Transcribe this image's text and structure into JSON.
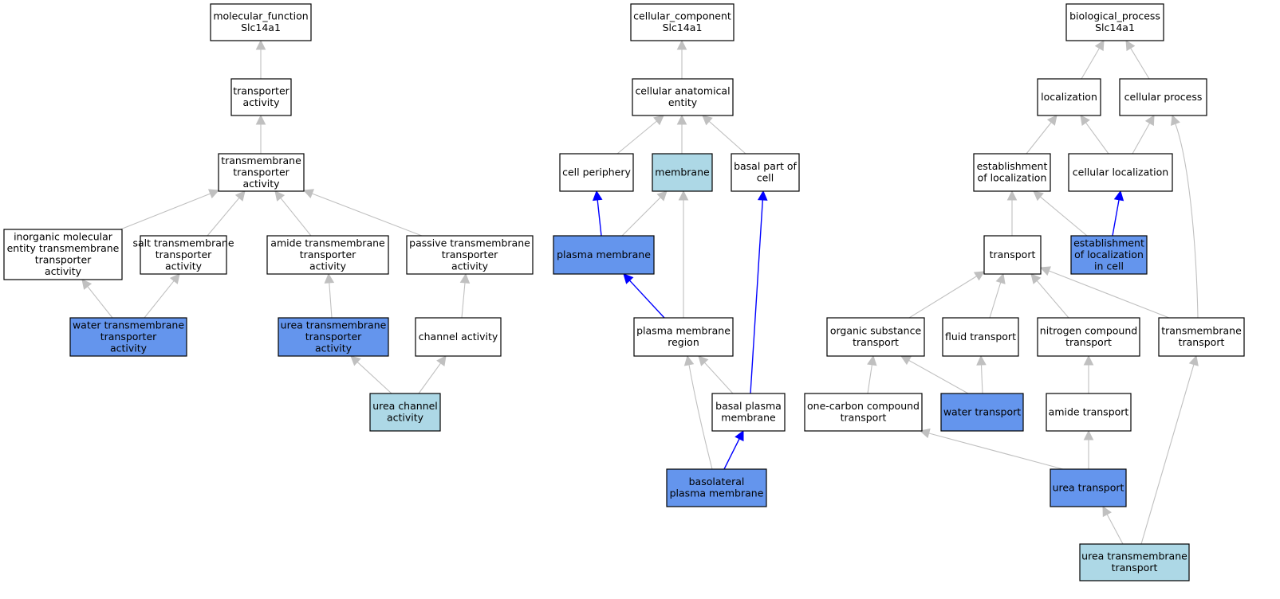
{
  "colors": {
    "node_default": "#ffffff",
    "node_highlight": "#6495ed",
    "node_light": "#add8e6",
    "edge_default": "#c0c0c0",
    "edge_highlight": "#0000ff",
    "border": "#000000"
  },
  "nodes": [
    {
      "id": "mf_root",
      "lines": [
        "molecular_function",
        "Slc14a1"
      ],
      "fill": "default"
    },
    {
      "id": "transporter_activity",
      "lines": [
        "transporter",
        "activity"
      ],
      "fill": "default"
    },
    {
      "id": "tm_transporter_activity",
      "lines": [
        "transmembrane",
        "transporter",
        "activity"
      ],
      "fill": "default"
    },
    {
      "id": "inorganic_tm_activity",
      "lines": [
        "inorganic molecular",
        "entity transmembrane",
        "transporter",
        "activity"
      ],
      "fill": "default"
    },
    {
      "id": "salt_tm_activity",
      "lines": [
        "salt transmembrane",
        "transporter",
        "activity"
      ],
      "fill": "default"
    },
    {
      "id": "amide_tm_activity",
      "lines": [
        "amide transmembrane",
        "transporter",
        "activity"
      ],
      "fill": "default"
    },
    {
      "id": "passive_tm_activity",
      "lines": [
        "passive transmembrane",
        "transporter",
        "activity"
      ],
      "fill": "default"
    },
    {
      "id": "water_tm_activity",
      "lines": [
        "water transmembrane",
        "transporter",
        "activity"
      ],
      "fill": "highlight"
    },
    {
      "id": "urea_tm_activity",
      "lines": [
        "urea transmembrane",
        "transporter",
        "activity"
      ],
      "fill": "highlight"
    },
    {
      "id": "channel_activity",
      "lines": [
        "channel activity"
      ],
      "fill": "default"
    },
    {
      "id": "urea_channel_activity",
      "lines": [
        "urea channel",
        "activity"
      ],
      "fill": "light"
    },
    {
      "id": "cc_root",
      "lines": [
        "cellular_component",
        "Slc14a1"
      ],
      "fill": "default"
    },
    {
      "id": "cellular_anatomical_entity",
      "lines": [
        "cellular anatomical",
        "entity"
      ],
      "fill": "default"
    },
    {
      "id": "cell_periphery",
      "lines": [
        "cell periphery"
      ],
      "fill": "default"
    },
    {
      "id": "membrane",
      "lines": [
        "membrane"
      ],
      "fill": "light"
    },
    {
      "id": "basal_part_of_cell",
      "lines": [
        "basal part of",
        "cell"
      ],
      "fill": "default"
    },
    {
      "id": "plasma_membrane",
      "lines": [
        "plasma membrane"
      ],
      "fill": "highlight"
    },
    {
      "id": "plasma_membrane_region",
      "lines": [
        "plasma membrane",
        "region"
      ],
      "fill": "default"
    },
    {
      "id": "basal_plasma_membrane",
      "lines": [
        "basal plasma",
        "membrane"
      ],
      "fill": "default"
    },
    {
      "id": "basolateral_plasma_membrane",
      "lines": [
        "basolateral",
        "plasma membrane"
      ],
      "fill": "highlight"
    },
    {
      "id": "bp_root",
      "lines": [
        "biological_process",
        "Slc14a1"
      ],
      "fill": "default"
    },
    {
      "id": "localization",
      "lines": [
        "localization"
      ],
      "fill": "default"
    },
    {
      "id": "cellular_process",
      "lines": [
        "cellular process"
      ],
      "fill": "default"
    },
    {
      "id": "establishment_of_localization",
      "lines": [
        "establishment",
        "of localization"
      ],
      "fill": "default"
    },
    {
      "id": "cellular_localization",
      "lines": [
        "cellular localization"
      ],
      "fill": "default"
    },
    {
      "id": "transport",
      "lines": [
        "transport"
      ],
      "fill": "default"
    },
    {
      "id": "establishment_localization_in_cell",
      "lines": [
        "establishment",
        "of localization",
        "in cell"
      ],
      "fill": "highlight"
    },
    {
      "id": "organic_substance_transport",
      "lines": [
        "organic substance",
        "transport"
      ],
      "fill": "default"
    },
    {
      "id": "fluid_transport",
      "lines": [
        "fluid transport"
      ],
      "fill": "default"
    },
    {
      "id": "nitrogen_compound_transport",
      "lines": [
        "nitrogen compound",
        "transport"
      ],
      "fill": "default"
    },
    {
      "id": "transmembrane_transport",
      "lines": [
        "transmembrane",
        "transport"
      ],
      "fill": "default"
    },
    {
      "id": "one_carbon_compound_transport",
      "lines": [
        "one-carbon compound",
        "transport"
      ],
      "fill": "default"
    },
    {
      "id": "water_transport",
      "lines": [
        "water transport"
      ],
      "fill": "highlight"
    },
    {
      "id": "amide_transport",
      "lines": [
        "amide transport"
      ],
      "fill": "default"
    },
    {
      "id": "urea_transport",
      "lines": [
        "urea transport"
      ],
      "fill": "highlight"
    },
    {
      "id": "urea_transmembrane_transport",
      "lines": [
        "urea transmembrane",
        "transport"
      ],
      "fill": "light"
    }
  ],
  "edges": [
    {
      "from": "transporter_activity",
      "to": "mf_root",
      "style": "default"
    },
    {
      "from": "tm_transporter_activity",
      "to": "transporter_activity",
      "style": "default"
    },
    {
      "from": "inorganic_tm_activity",
      "to": "tm_transporter_activity",
      "style": "default"
    },
    {
      "from": "salt_tm_activity",
      "to": "tm_transporter_activity",
      "style": "default"
    },
    {
      "from": "amide_tm_activity",
      "to": "tm_transporter_activity",
      "style": "default"
    },
    {
      "from": "passive_tm_activity",
      "to": "tm_transporter_activity",
      "style": "default"
    },
    {
      "from": "water_tm_activity",
      "to": "inorganic_tm_activity",
      "style": "default"
    },
    {
      "from": "water_tm_activity",
      "to": "salt_tm_activity",
      "style": "default"
    },
    {
      "from": "urea_tm_activity",
      "to": "amide_tm_activity",
      "style": "default"
    },
    {
      "from": "channel_activity",
      "to": "passive_tm_activity",
      "style": "default"
    },
    {
      "from": "urea_channel_activity",
      "to": "urea_tm_activity",
      "style": "default"
    },
    {
      "from": "urea_channel_activity",
      "to": "channel_activity",
      "style": "default"
    },
    {
      "from": "cellular_anatomical_entity",
      "to": "cc_root",
      "style": "default"
    },
    {
      "from": "cell_periphery",
      "to": "cellular_anatomical_entity",
      "style": "default"
    },
    {
      "from": "membrane",
      "to": "cellular_anatomical_entity",
      "style": "default"
    },
    {
      "from": "basal_part_of_cell",
      "to": "cellular_anatomical_entity",
      "style": "default"
    },
    {
      "from": "plasma_membrane",
      "to": "cell_periphery",
      "style": "highlight"
    },
    {
      "from": "plasma_membrane",
      "to": "membrane",
      "style": "default"
    },
    {
      "from": "plasma_membrane_region",
      "to": "membrane",
      "style": "default"
    },
    {
      "from": "plasma_membrane_region",
      "to": "plasma_membrane",
      "style": "highlight"
    },
    {
      "from": "basal_plasma_membrane",
      "to": "plasma_membrane_region",
      "style": "default"
    },
    {
      "from": "basal_plasma_membrane",
      "to": "basal_part_of_cell",
      "style": "highlight"
    },
    {
      "from": "basolateral_plasma_membrane",
      "to": "plasma_membrane_region",
      "style": "default"
    },
    {
      "from": "basolateral_plasma_membrane",
      "to": "basal_plasma_membrane",
      "style": "highlight"
    },
    {
      "from": "localization",
      "to": "bp_root",
      "style": "default"
    },
    {
      "from": "cellular_process",
      "to": "bp_root",
      "style": "default"
    },
    {
      "from": "establishment_of_localization",
      "to": "localization",
      "style": "default"
    },
    {
      "from": "cellular_localization",
      "to": "localization",
      "style": "default"
    },
    {
      "from": "cellular_localization",
      "to": "cellular_process",
      "style": "default"
    },
    {
      "from": "transport",
      "to": "establishment_of_localization",
      "style": "default"
    },
    {
      "from": "establishment_localization_in_cell",
      "to": "establishment_of_localization",
      "style": "default"
    },
    {
      "from": "establishment_localization_in_cell",
      "to": "cellular_localization",
      "style": "highlight"
    },
    {
      "from": "transmembrane_transport",
      "to": "cellular_process",
      "style": "default"
    },
    {
      "from": "organic_substance_transport",
      "to": "transport",
      "style": "default"
    },
    {
      "from": "fluid_transport",
      "to": "transport",
      "style": "default"
    },
    {
      "from": "nitrogen_compound_transport",
      "to": "transport",
      "style": "default"
    },
    {
      "from": "transmembrane_transport",
      "to": "transport",
      "style": "default"
    },
    {
      "from": "one_carbon_compound_transport",
      "to": "organic_substance_transport",
      "style": "default"
    },
    {
      "from": "water_transport",
      "to": "organic_substance_transport",
      "style": "default"
    },
    {
      "from": "water_transport",
      "to": "fluid_transport",
      "style": "default"
    },
    {
      "from": "amide_transport",
      "to": "nitrogen_compound_transport",
      "style": "default"
    },
    {
      "from": "urea_transport",
      "to": "one_carbon_compound_transport",
      "style": "default"
    },
    {
      "from": "urea_transport",
      "to": "amide_transport",
      "style": "default"
    },
    {
      "from": "urea_transmembrane_transport",
      "to": "urea_transport",
      "style": "default"
    },
    {
      "from": "urea_transmembrane_transport",
      "to": "transmembrane_transport",
      "style": "default"
    }
  ]
}
